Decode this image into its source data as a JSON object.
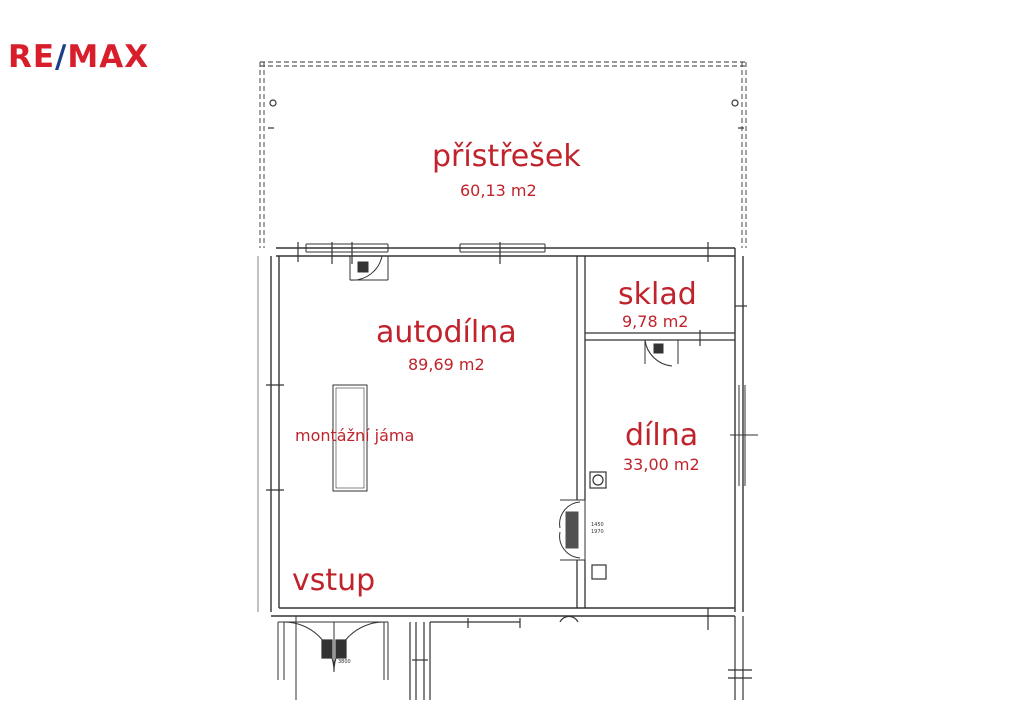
{
  "brand": {
    "left": "RE",
    "slash": "/",
    "right": "MAX",
    "colors": {
      "primary": "#d81e2b",
      "secondary": "#1d3f8a"
    }
  },
  "rooms": {
    "pristresek": {
      "name": "přístřešek",
      "area": "60,13 m2"
    },
    "autodilna": {
      "name": "autodílna",
      "area": "89,69 m2"
    },
    "sklad": {
      "name": "sklad",
      "area": "9,78 m2"
    },
    "dilna": {
      "name": "dílna",
      "area": "33,00 m2"
    },
    "vstup": {
      "name": "vstup"
    }
  },
  "annotations": {
    "pit": "montážní jáma",
    "door_width": "1450",
    "door_height": "1970",
    "entry_width": "3800"
  },
  "colors": {
    "label": "#c0232c",
    "lines": "#333333"
  }
}
